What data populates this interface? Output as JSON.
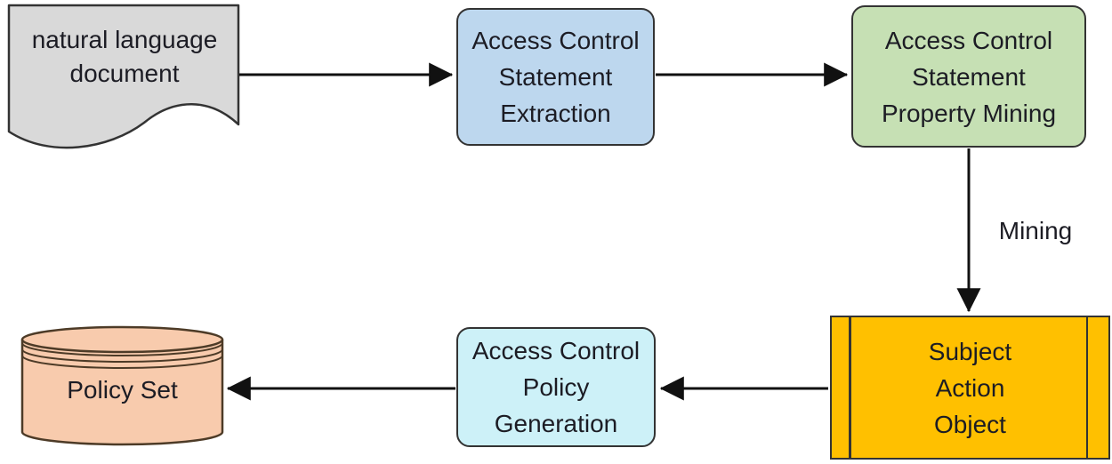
{
  "diagram_type": "flowchart",
  "nodes": {
    "document": {
      "text": "natural language\ndocument",
      "shape": "document",
      "fill": "#d9d9d9"
    },
    "extraction": {
      "text": "Access Control\nStatement\nExtraction",
      "shape": "rounded-rect",
      "fill": "#bdd7ee"
    },
    "property_mining": {
      "text": "Access Control\nStatement\nProperty Mining",
      "shape": "rounded-rect",
      "fill": "#c6e0b4"
    },
    "sao": {
      "text": "Subject\nAction\nObject",
      "shape": "predefined-process",
      "fill": "#ffc000"
    },
    "policy_generation": {
      "text": "Access Control\nPolicy\nGeneration",
      "shape": "rounded-rect",
      "fill": "#cdf1f8"
    },
    "policy_set": {
      "text": "Policy Set",
      "shape": "cylinder",
      "fill": "#f8cbad"
    }
  },
  "edges": [
    {
      "from": "document",
      "to": "extraction",
      "label": ""
    },
    {
      "from": "extraction",
      "to": "property_mining",
      "label": ""
    },
    {
      "from": "property_mining",
      "to": "sao",
      "label": "Mining"
    },
    {
      "from": "sao",
      "to": "policy_generation",
      "label": ""
    },
    {
      "from": "policy_generation",
      "to": "policy_set",
      "label": ""
    }
  ],
  "colors": {
    "node_stroke": "#333333",
    "cylinder_stroke": "#4d3b27",
    "arrow": "#111111",
    "text": "#1c1c24",
    "background": "#ffffff"
  }
}
